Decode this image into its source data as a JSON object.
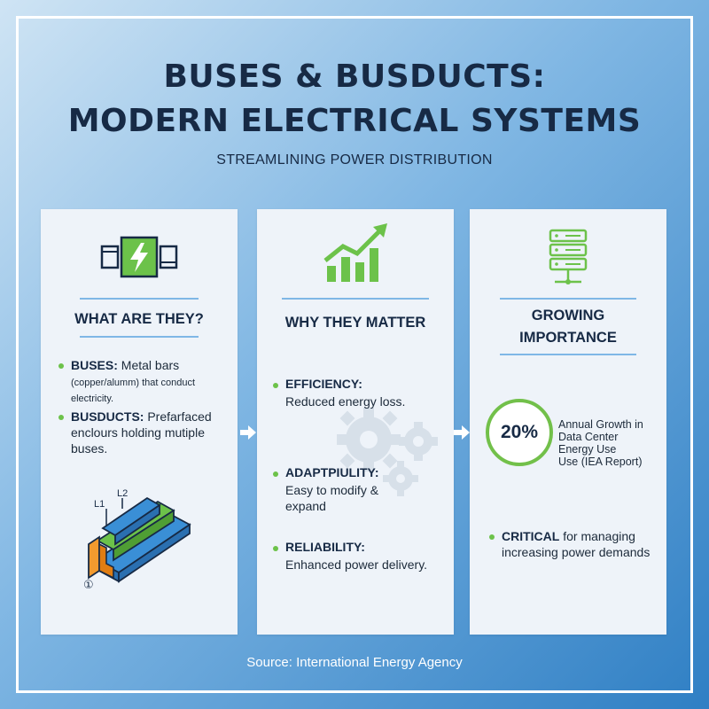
{
  "title_line1": "BUSES & BUSDUCTS:",
  "title_line2": "MODERN ELECTRICAL SYSTEMS",
  "subtitle": "STREAMLINING POWER DISTRIBUTION",
  "cards": [
    {
      "title": "WHAT ARE THEY?",
      "icon": "busbar-lightning-icon",
      "bullets": [
        {
          "term": "BUSES:",
          "text": " Metal bars",
          "detail": "(copper/alum­m) that conduct electricity."
        },
        {
          "term": "BUSDUCTS:",
          "text": " Prefarfaced enclours holding mutiple buses."
        }
      ],
      "diagram_labels": [
        "L1",
        "L2",
        "①"
      ]
    },
    {
      "title": "WHY THEY MATTER",
      "icon": "growth-chart-icon",
      "bullets": [
        {
          "term": "EFFICIENCY:",
          "text": "Reduced energy loss."
        },
        {
          "term": "ADAPTPIULITY:",
          "text": "Easy to modify & expand"
        },
        {
          "term": "RELIABILITY:",
          "text": "Enhanced power delivery."
        }
      ]
    },
    {
      "title_line1": "GROWING",
      "title_line2": "IMPORTANCE",
      "icon": "server-rack-icon",
      "stat": {
        "value": "20%",
        "line1": "Annual Growth in",
        "line2": "Data Center",
        "line3": "Energy Use",
        "line4": "Use (IEA Report)"
      },
      "bullets": [
        {
          "term": "CRITICAL",
          "text": " for managing increasing power demands"
        }
      ]
    }
  ],
  "source": "Source: International Energy Agency",
  "colors": {
    "accent_green": "#6cc24a",
    "navy": "#172a45",
    "rule_blue": "#7fb7e6"
  }
}
